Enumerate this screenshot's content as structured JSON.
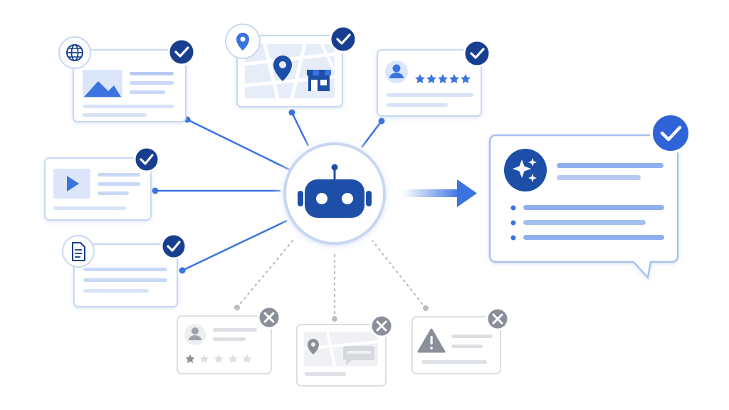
{
  "canvas": {
    "background": "#ffffff"
  },
  "colors": {
    "primary": "#1d4fa8",
    "accent": "#3b73e0",
    "light_line": "#c8d6f2",
    "card_border": "#c9d8f3",
    "check_fill": "#183f8f",
    "reject_fill": "#8a8f99",
    "gray_line": "#d6d9de",
    "gray_dots": "#b9bdc4",
    "answer_check": "#2f63d8"
  },
  "hub": {
    "icon": "robot-icon"
  },
  "accepted_sources": [
    {
      "id": "web-page",
      "icon": "globe-icon",
      "preview": "image-icon",
      "status": "check-icon"
    },
    {
      "id": "map-listing",
      "icon": "map-pin-icon",
      "preview": "storefront-icon",
      "status": "check-icon"
    },
    {
      "id": "review",
      "icon": "user-avatar-icon",
      "preview": "five-stars-icon",
      "status": "check-icon",
      "rating": 5
    },
    {
      "id": "video",
      "icon": "play-icon",
      "status": "check-icon"
    },
    {
      "id": "document",
      "icon": "document-icon",
      "status": "check-icon"
    }
  ],
  "rejected_sources": [
    {
      "id": "low-review",
      "icon": "user-avatar-icon",
      "preview": "stars-icon",
      "status": "close-icon",
      "rating": 1
    },
    {
      "id": "map-chat",
      "icon": "map-pin-icon",
      "preview": "chat-bubble-icon",
      "status": "close-icon"
    },
    {
      "id": "warning",
      "icon": "warning-icon",
      "status": "close-icon"
    }
  ],
  "answer": {
    "icon": "sparkles-icon",
    "status": "check-icon",
    "arrow": "arrow-right-icon"
  }
}
